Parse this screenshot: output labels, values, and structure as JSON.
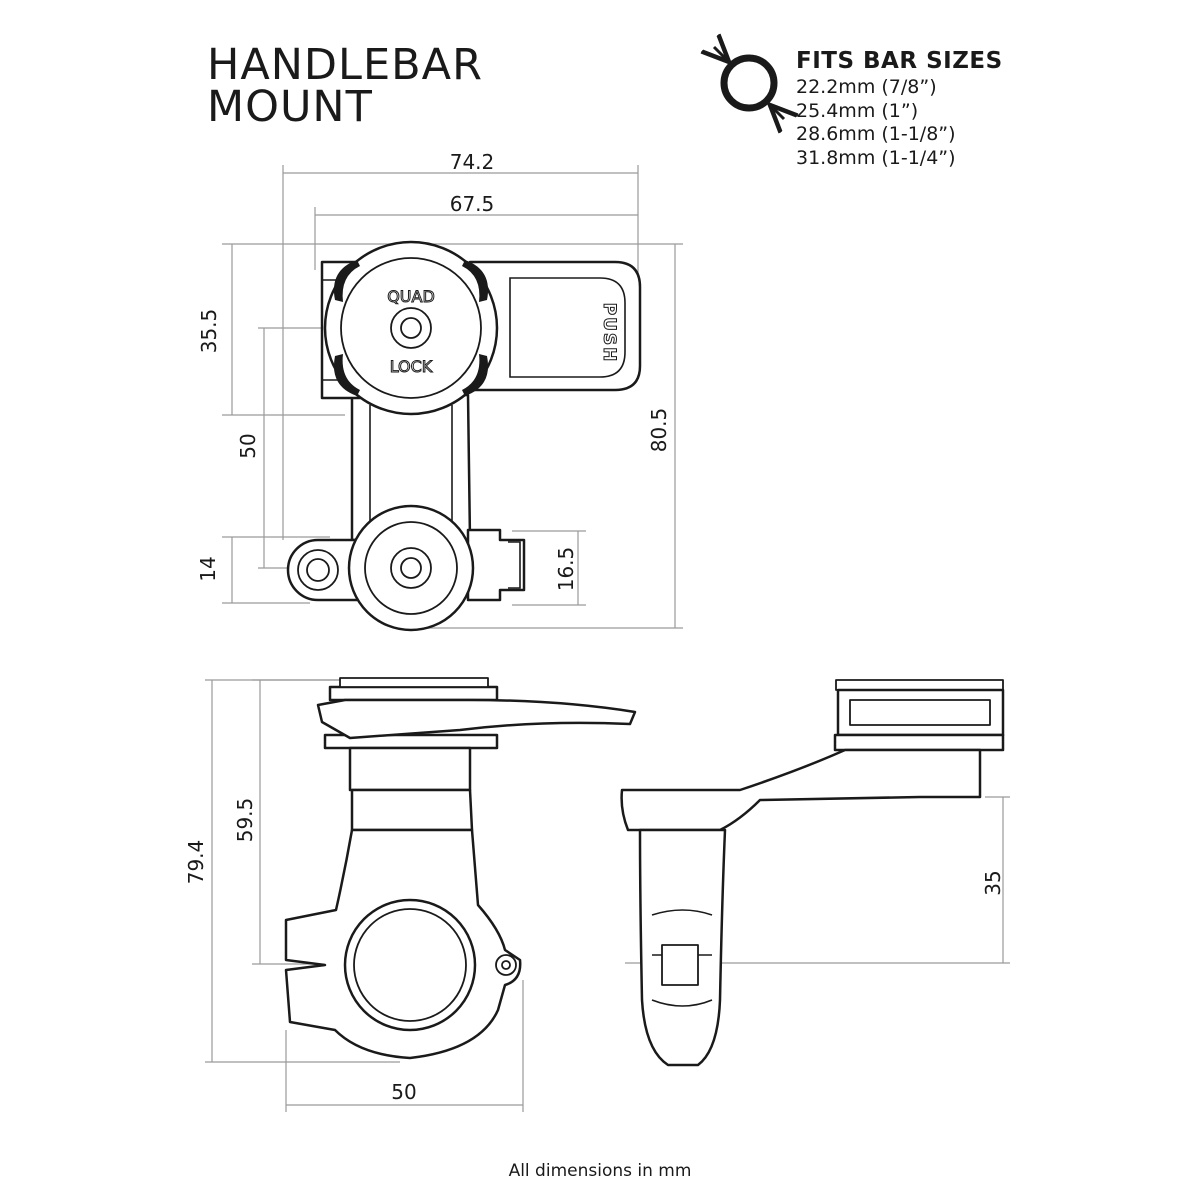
{
  "title": {
    "line1": "HANDLEBAR",
    "line2": "MOUNT"
  },
  "bar_sizes": {
    "heading": "FITS BAR SIZES",
    "sizes": [
      "22.2mm (7/8”)",
      "25.4mm (1”)",
      "28.6mm (1-1/8”)",
      "31.8mm (1-1/4”)"
    ]
  },
  "dimensions": {
    "overall_width": "74.2",
    "head_width": "67.5",
    "head_to_center": "35.5",
    "center_to_pivot": "50",
    "pivot_offset": "14",
    "clamp_height": "16.5",
    "overall_height_top": "80.5",
    "overall_height_side": "79.4",
    "head_to_bar": "59.5",
    "clamp_width": "50",
    "arm_drop": "35"
  },
  "logo": {
    "word1": "QUAD",
    "word2": "LOCK",
    "push": "PUSH"
  },
  "footnote": "All dimensions in mm",
  "icons": [
    "bar-diameter-icon"
  ]
}
